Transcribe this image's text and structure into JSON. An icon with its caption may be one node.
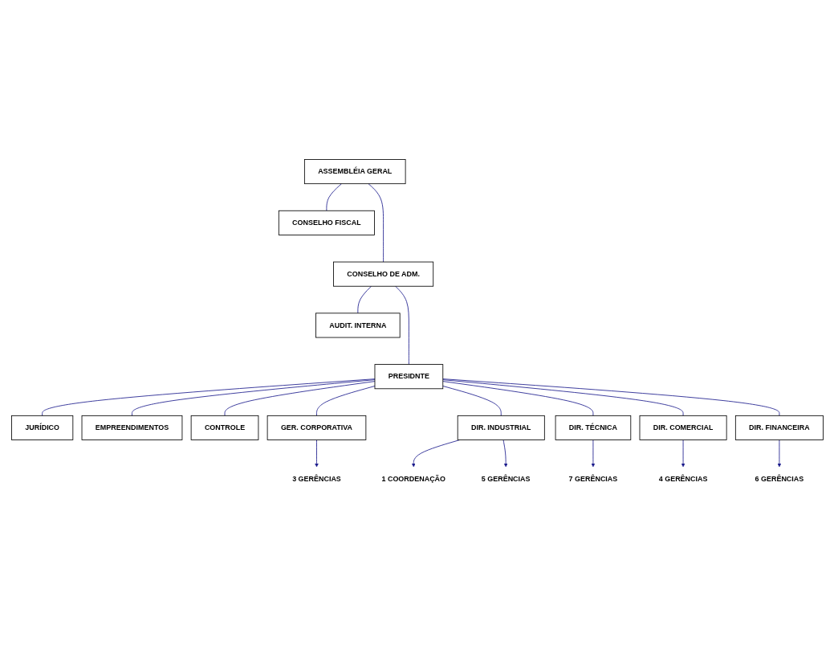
{
  "diagram": {
    "nodes": [
      {
        "text": [
          "ASSEMBLÉIA GERAL"
        ]
      },
      {
        "text": [
          "CONSELHO FISCAL"
        ]
      },
      {
        "text": [
          "CONSELHO DE ADM."
        ]
      },
      {
        "text": [
          "AUDIT. INTERNA"
        ]
      },
      {
        "text": [
          "PRESIDNTE"
        ]
      },
      {
        "text": [
          "JURÍDICO"
        ]
      },
      {
        "text": [
          "EMPREENDIMENTOS"
        ]
      },
      {
        "text": [
          "CONTROLE"
        ]
      },
      {
        "text": [
          "GER. CORPORATIVA"
        ]
      },
      {
        "text": [
          "3 GERÊNCIAS"
        ]
      },
      {
        "text": [
          "DIR. INDUSTRIAL"
        ]
      },
      {
        "text": [
          "DIR. TÉCNICA"
        ]
      },
      {
        "text": [
          "DIR. COMERCIAL"
        ]
      },
      {
        "text": [
          "DIR. FINANCEIRA"
        ]
      },
      {
        "text": [
          "1 COORDENAÇÃO"
        ]
      },
      {
        "text": [
          "5 GERÊNCIAS"
        ]
      },
      {
        "text": [
          "7 GERÊNCIAS"
        ]
      },
      {
        "text": [
          "4 GERÊNCIAS"
        ]
      },
      {
        "text": [
          "6 GERÊNCIAS"
        ]
      }
    ],
    "edges": [
      {
        "from": 0,
        "to": 1,
        "arrow": "none"
      },
      {
        "from": 0,
        "to": 2,
        "arrow": "none"
      },
      {
        "from": 2,
        "to": 3,
        "arrow": "none"
      },
      {
        "from": 2,
        "to": 4,
        "arrow": "none"
      },
      {
        "from": 4,
        "to": 5,
        "arrow": "none"
      },
      {
        "from": 4,
        "to": 6,
        "arrow": "none"
      },
      {
        "from": 4,
        "to": 7,
        "arrow": "none"
      },
      {
        "from": 4,
        "to": 8,
        "arrow": "none"
      },
      {
        "from": 8,
        "to": 9,
        "arrow": "to"
      },
      {
        "from": 4,
        "to": 10,
        "arrow": "none"
      },
      {
        "from": 4,
        "to": 11,
        "arrow": "none"
      },
      {
        "from": 4,
        "to": 12,
        "arrow": "none"
      },
      {
        "from": 4,
        "to": 13,
        "arrow": "none"
      },
      {
        "from": 10,
        "to": 14,
        "arrow": "to"
      },
      {
        "from": 10,
        "to": 15,
        "arrow": "to"
      },
      {
        "from": 11,
        "to": 16,
        "arrow": "to"
      },
      {
        "from": 12,
        "to": 17,
        "arrow": "to"
      },
      {
        "from": 13,
        "to": 18,
        "arrow": "to"
      }
    ]
  }
}
